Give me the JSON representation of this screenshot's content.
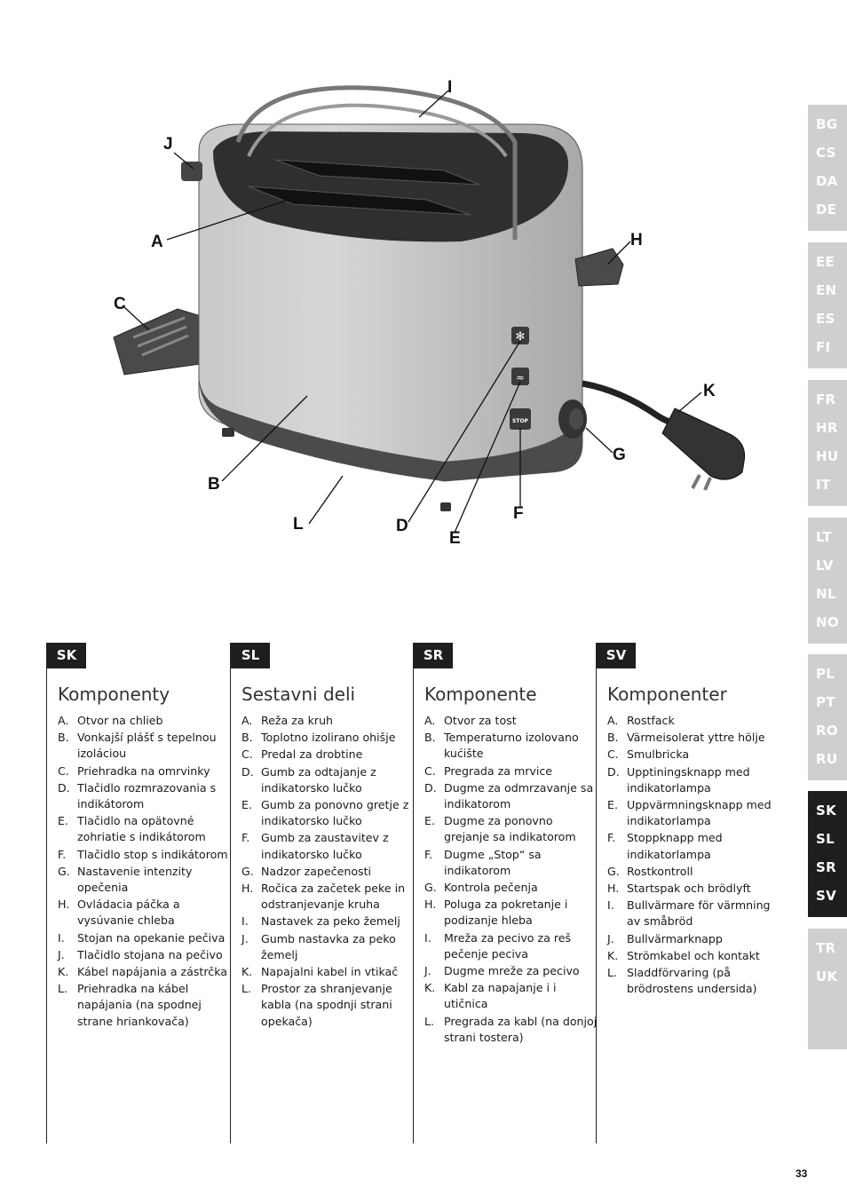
{
  "sidebar": {
    "groups": [
      [
        "BG",
        "CS",
        "DA",
        "DE"
      ],
      [
        "EE",
        "EN",
        "ES",
        "FI"
      ],
      [
        "FR",
        "HR",
        "HU",
        "IT"
      ],
      [
        "LT",
        "LV",
        "NL",
        "NO"
      ],
      [
        "PL",
        "PT",
        "RO",
        "RU"
      ],
      [
        "SK",
        "SL",
        "SR",
        "SV"
      ],
      [
        "TR",
        "UK"
      ]
    ],
    "active_group": 5,
    "colors": {
      "inactive": "#cfcfcf",
      "active": "#1e1e1e"
    }
  },
  "diagram": {
    "callouts": {
      "I": "I",
      "J": "J",
      "A": "A",
      "H": "H",
      "C": "C",
      "K": "K",
      "G": "G",
      "B": "B",
      "F": "F",
      "L": "L",
      "D": "D",
      "E": "E"
    },
    "stop_button_label": "STOP"
  },
  "columns": [
    {
      "tag": "SK",
      "title": "Komponenty",
      "items": [
        {
          "letter": "A.",
          "text": "Otvor na chlieb"
        },
        {
          "letter": "B.",
          "text": "Vonkajší plášť s tepelnou izoláciou"
        },
        {
          "letter": "C.",
          "text": "Priehradka na omrvinky"
        },
        {
          "letter": "D.",
          "text": "Tlačidlo rozmrazovania s indikátorom"
        },
        {
          "letter": "E.",
          "text": "Tlačidlo na opätovné zohriatie s indikátorom"
        },
        {
          "letter": "F.",
          "text": "Tlačidlo stop s indikátorom"
        },
        {
          "letter": "G.",
          "text": "Nastavenie intenzity opečenia"
        },
        {
          "letter": "H.",
          "text": "Ovládacia páčka a vysúvanie chleba"
        },
        {
          "letter": "I.",
          "text": "Stojan na opekanie pečiva"
        },
        {
          "letter": "J.",
          "text": "Tlačidlo stojana na pečivo"
        },
        {
          "letter": "K.",
          "text": "Kábel napájania a zástrčka"
        },
        {
          "letter": "L.",
          "text": "Priehradka na kábel napájania (na spodnej strane hriankovača)"
        }
      ]
    },
    {
      "tag": "SL",
      "title": "Sestavni deli",
      "items": [
        {
          "letter": "A.",
          "text": "Reža za kruh"
        },
        {
          "letter": "B.",
          "text": "Toplotno izolirano ohišje"
        },
        {
          "letter": "C.",
          "text": "Predal za drobtine"
        },
        {
          "letter": "D.",
          "text": "Gumb za odtajanje z indikatorsko lučko"
        },
        {
          "letter": "E.",
          "text": "Gumb za ponovno gretje z indikatorsko lučko"
        },
        {
          "letter": "F.",
          "text": "Gumb za zaustavitev z indikatorsko lučko"
        },
        {
          "letter": "G.",
          "text": "Nadzor zapečenosti"
        },
        {
          "letter": "H.",
          "text": "Ročica za začetek peke in odstranjevanje kruha"
        },
        {
          "letter": "I.",
          "text": "Nastavek za peko žemelj"
        },
        {
          "letter": "J.",
          "text": "Gumb nastavka za peko žemelj"
        },
        {
          "letter": "K.",
          "text": "Napajalni kabel in vtikač"
        },
        {
          "letter": "L.",
          "text": "Prostor za shranjevanje kabla (na spodnji strani opekača)"
        }
      ]
    },
    {
      "tag": "SR",
      "title": "Komponente",
      "items": [
        {
          "letter": "A.",
          "text": "Otvor za tost"
        },
        {
          "letter": "B.",
          "text": "Temperaturno izolovano kućište"
        },
        {
          "letter": "C.",
          "text": "Pregrada za mrvice"
        },
        {
          "letter": "D.",
          "text": "Dugme za odmrzavanje sa indikatorom"
        },
        {
          "letter": "E.",
          "text": "Dugme za ponovno grejanje sa indikatorom"
        },
        {
          "letter": "F.",
          "text": "Dugme „Stop“ sa indikatorom"
        },
        {
          "letter": "G.",
          "text": "Kontrola pečenja"
        },
        {
          "letter": "H.",
          "text": "Poluga za pokretanje i podizanje hleba"
        },
        {
          "letter": "I.",
          "text": "Mreža za pecivo za reš pečenje peciva"
        },
        {
          "letter": "J.",
          "text": "Dugme mreže za pecivo"
        },
        {
          "letter": "K.",
          "text": "Kabl za napajanje i i utičnica"
        },
        {
          "letter": "L.",
          "text": "Pregrada za kabl (na donjoj strani tostera)"
        }
      ]
    },
    {
      "tag": "SV",
      "title": "Komponenter",
      "items": [
        {
          "letter": "A.",
          "text": "Rostfack"
        },
        {
          "letter": "B.",
          "text": "Värmeisolerat yttre hölje"
        },
        {
          "letter": "C.",
          "text": "Smulbricka"
        },
        {
          "letter": "D.",
          "text": "Upptiningsknapp med indikatorlampa"
        },
        {
          "letter": "E.",
          "text": "Uppvärmningsknapp med indikatorlampa"
        },
        {
          "letter": "F.",
          "text": "Stoppknapp med indikatorlampa"
        },
        {
          "letter": "G.",
          "text": "Rostkontroll"
        },
        {
          "letter": "H.",
          "text": "Startspak och brödlyft"
        },
        {
          "letter": "I.",
          "text": "Bullvärmare för värmning av småbröd"
        },
        {
          "letter": "J.",
          "text": "Bullvärmarknapp"
        },
        {
          "letter": "K.",
          "text": "Strömkabel och kontakt"
        },
        {
          "letter": "L.",
          "text": "Sladdförvaring (på brödrostens undersida)"
        }
      ]
    }
  ],
  "page_number": "33"
}
